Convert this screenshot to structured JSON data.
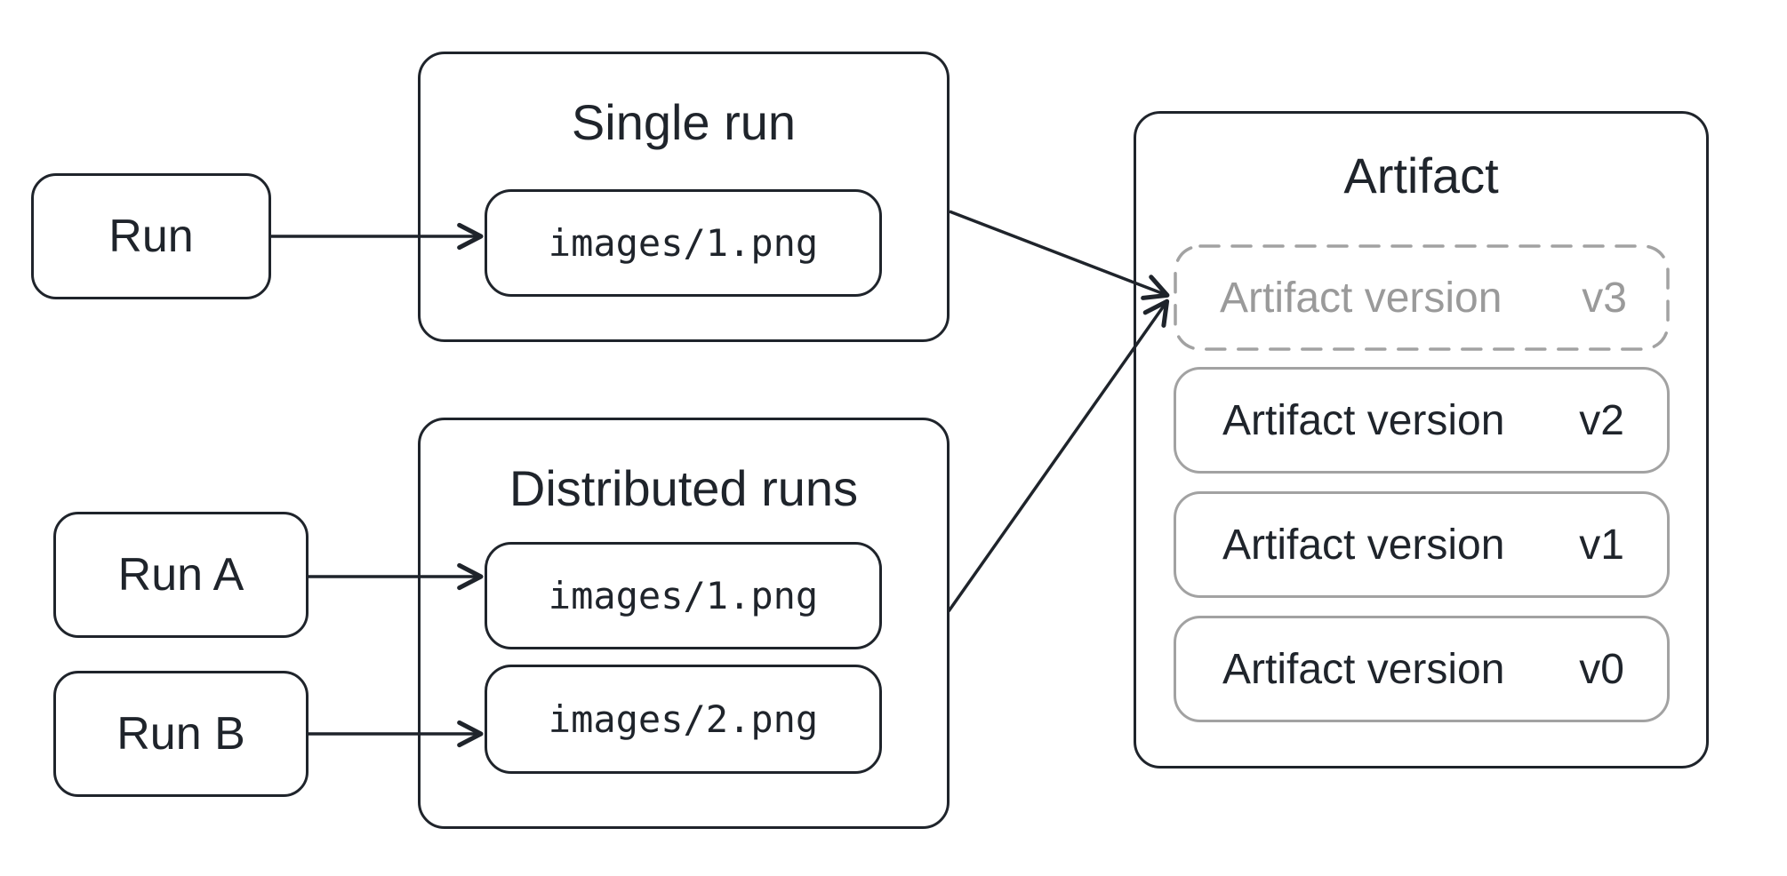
{
  "nodes": {
    "run": {
      "label": "Run"
    },
    "run_a": {
      "label": "Run A"
    },
    "run_b": {
      "label": "Run B"
    }
  },
  "single_run": {
    "title": "Single run",
    "file": "images/1.png"
  },
  "distributed_runs": {
    "title": "Distributed runs",
    "files": [
      "images/1.png",
      "images/2.png"
    ]
  },
  "artifact": {
    "title": "Artifact",
    "versions": [
      {
        "label": "Artifact version",
        "tag": "v3",
        "muted": true
      },
      {
        "label": "Artifact version",
        "tag": "v2",
        "muted": false
      },
      {
        "label": "Artifact version",
        "tag": "v1",
        "muted": false
      },
      {
        "label": "Artifact version",
        "tag": "v0",
        "muted": false
      }
    ]
  },
  "colors": {
    "ink": "#1f242b",
    "muted_text": "#9a9a9a",
    "muted_border": "#a2a2a2",
    "background": "#ffffff"
  }
}
